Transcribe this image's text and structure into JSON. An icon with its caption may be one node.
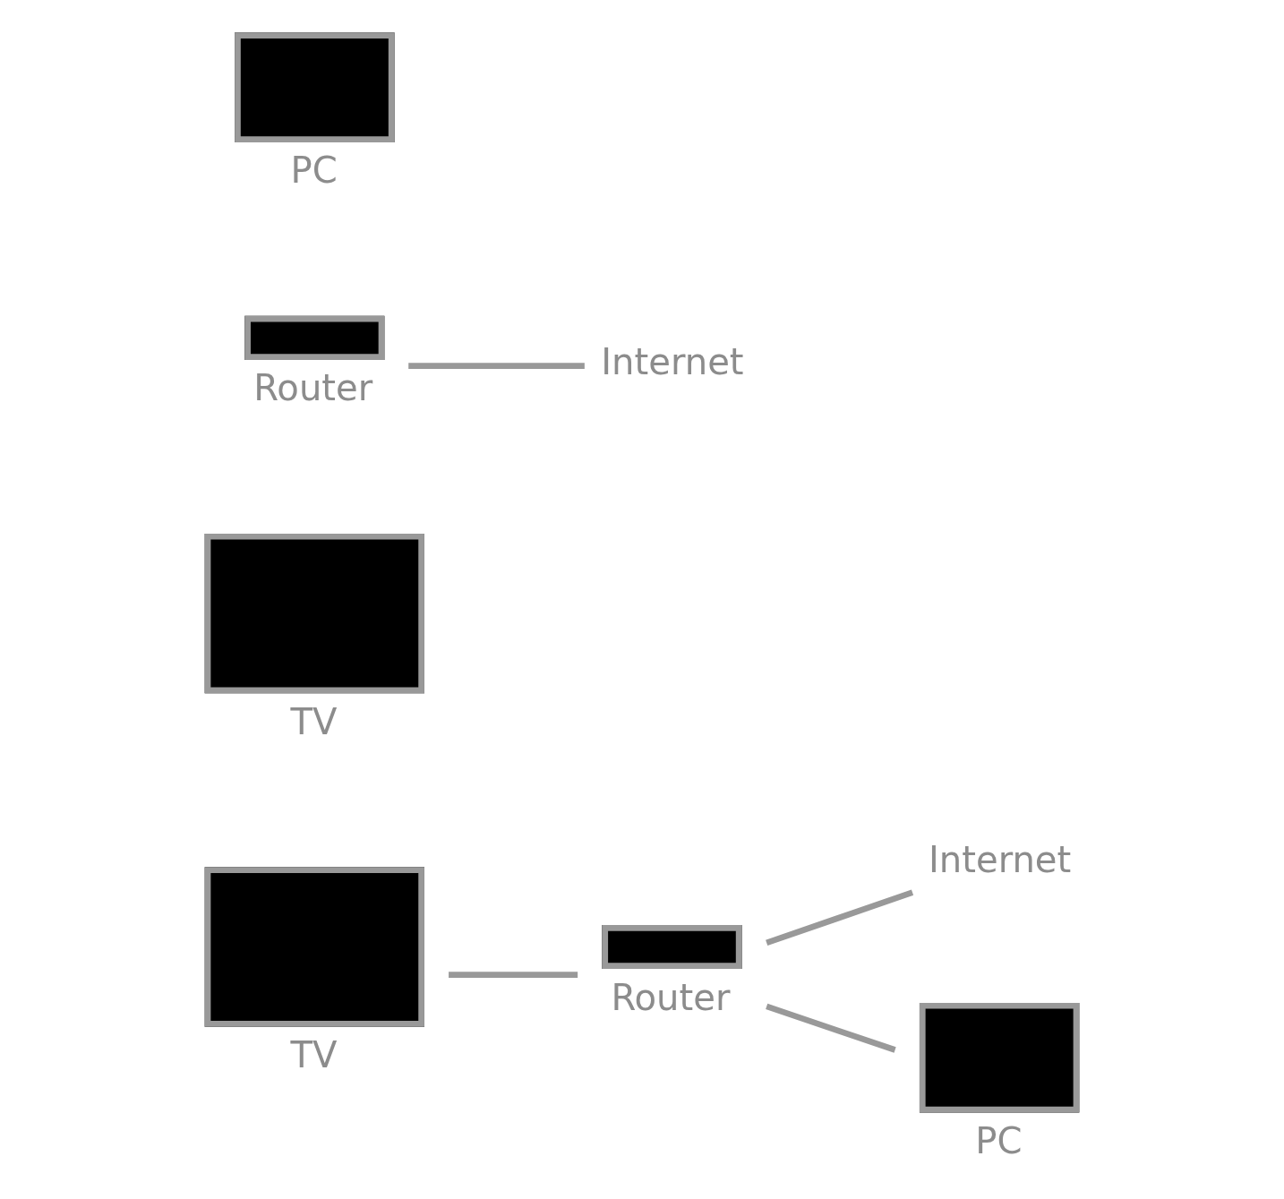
{
  "diagram": {
    "nodes": [
      {
        "text": [
          "TV"
        ]
      },
      {
        "text": [
          "Router"
        ]
      },
      {
        "text": [
          "Internet"
        ]
      },
      {
        "text": [
          "PC"
        ]
      },
      {
        "text": [
          "TV"
        ]
      },
      {
        "text": [
          "Router"
        ]
      },
      {
        "text": [
          "Internet"
        ]
      },
      {
        "text": [
          "PC"
        ]
      }
    ],
    "edges": [
      {
        "from": 0,
        "to": 1,
        "arrow": "none"
      },
      {
        "from": 1,
        "to": 2,
        "arrow": "none"
      },
      {
        "from": 1,
        "to": 3,
        "arrow": "none"
      },
      {
        "from": 5,
        "to": 6,
        "arrow": "none"
      }
    ]
  }
}
